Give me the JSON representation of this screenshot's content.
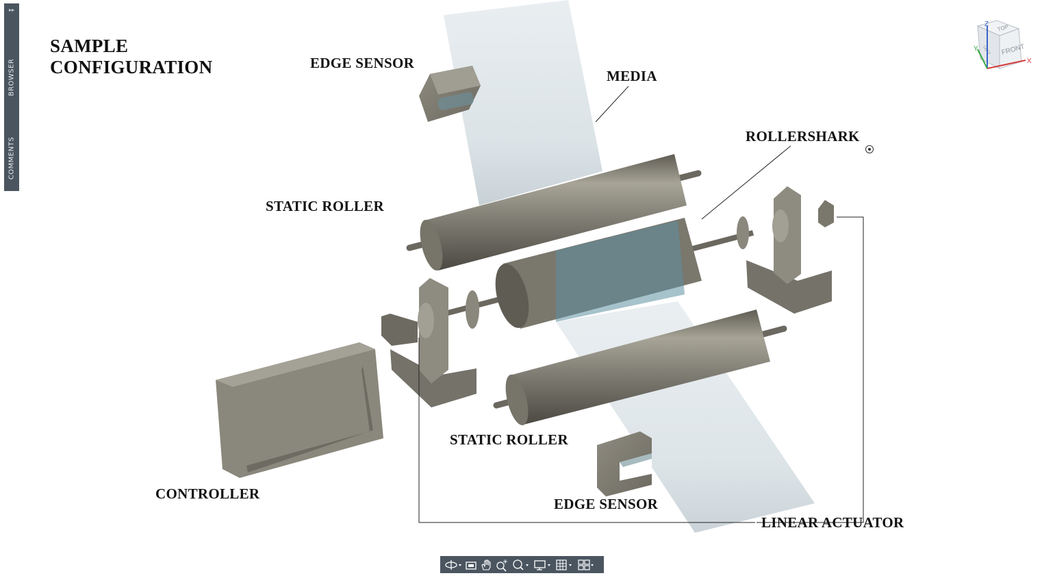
{
  "sidebar": {
    "tabs": [
      {
        "label": "BROWSER"
      },
      {
        "label": "COMMENTS"
      }
    ],
    "expand_icon": "double-chevron-right-icon"
  },
  "canvas": {
    "title_lines": [
      "SAMPLE",
      "CONFIGURATION"
    ],
    "labels": {
      "edge_sensor_top": "EDGE SENSOR",
      "media": "MEDIA",
      "rollershark": "ROLLERSHARK",
      "static_roller_top": "STATIC ROLLER",
      "static_roller_bottom": "STATIC ROLLER",
      "controller": "CONTROLLER",
      "edge_sensor_bottom": "EDGE SENSOR",
      "linear_actuator": "LINEAR ACTUATOR"
    }
  },
  "viewcube": {
    "top": "TOP",
    "front": "FRONT",
    "left": "LEFT",
    "axes": {
      "x": "X",
      "y": "Y",
      "z": "Z"
    }
  },
  "navbar": {
    "tools": [
      {
        "icon": "orbit-icon",
        "dropdown": true
      },
      {
        "icon": "look-at-icon",
        "dropdown": false
      },
      {
        "icon": "pan-hand-icon",
        "dropdown": false
      },
      {
        "icon": "zoom-icon",
        "dropdown": false
      },
      {
        "icon": "zoom-window-icon",
        "dropdown": true
      },
      {
        "icon": "display-settings-icon",
        "dropdown": true
      },
      {
        "icon": "grid-icon",
        "dropdown": true
      },
      {
        "icon": "viewports-icon",
        "dropdown": true
      }
    ]
  },
  "colors": {
    "panel": "#4a5560",
    "metal": "#8d8a7e",
    "media": "#dfe6ea",
    "glass": "#5c8fa0"
  }
}
